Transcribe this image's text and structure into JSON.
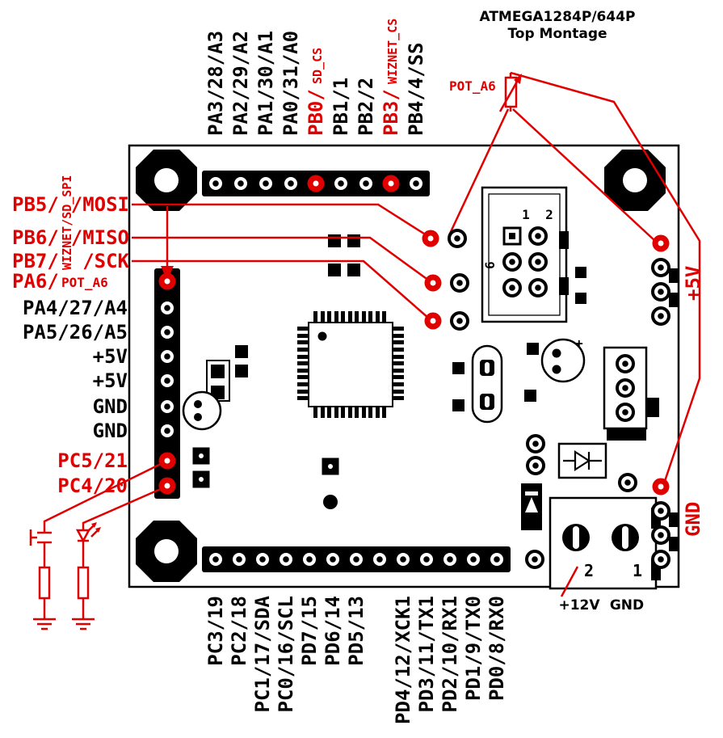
{
  "colors": {
    "red": "#e00000",
    "black": "#000000",
    "board": "#ffffff"
  },
  "title": {
    "line1": "ATMEGA1284P/644P",
    "line2": "Top Montage"
  },
  "top_labels": [
    {
      "main": "PA3/28/A3",
      "sub": ""
    },
    {
      "main": "PA2/29/A2",
      "sub": ""
    },
    {
      "main": "PA1/30/A1",
      "sub": ""
    },
    {
      "main": "PA0/31/A0",
      "sub": ""
    },
    {
      "main": "PB0/",
      "sub": "SD_CS"
    },
    {
      "main": "PB1/1",
      "sub": ""
    },
    {
      "main": "PB2/2",
      "sub": ""
    },
    {
      "main": "PB3/",
      "sub": "WIZNET_CS"
    },
    {
      "main": "PB4/4/SS",
      "sub": ""
    }
  ],
  "left": {
    "note": "WIZNET/SD_SPI",
    "rows": [
      {
        "pre": "PB5/",
        "post": "/MOSI"
      },
      {
        "pre": "PB6/",
        "post": "/MISO"
      },
      {
        "pre": "PB7/",
        "post": "/SCK"
      },
      {
        "pre": "PA6/",
        "post": "POT_A6"
      },
      {
        "label": "PA4/27/A4"
      },
      {
        "label": "PA5/26/A5"
      },
      {
        "label": "+5V"
      },
      {
        "label": "+5V"
      },
      {
        "label": "GND"
      },
      {
        "label": "GND"
      },
      {
        "label": "PC5/21"
      },
      {
        "label": "PC4/20"
      }
    ]
  },
  "bottom_labels": [
    "PC3/19",
    "PC2/18",
    "PC1/17/SDA",
    "PC0/16/SCL",
    "PD7/15",
    "PD6/14",
    "PD5/13",
    "PD4/12/XCK1",
    "PD3/11/TX1",
    "PD2/10/RX1",
    "PD1/9/TX0",
    "PD0/8/RX0"
  ],
  "right": {
    "top": "+5V",
    "bottom": "GND"
  },
  "pot_label": "POT_A6",
  "connector6": {
    "pin1": "1",
    "pin2": "2",
    "pin6": "6"
  },
  "power": {
    "pin2": "2",
    "pin1": "1",
    "v12": "+12V",
    "gnd": "GND"
  },
  "cap_plus": "+"
}
